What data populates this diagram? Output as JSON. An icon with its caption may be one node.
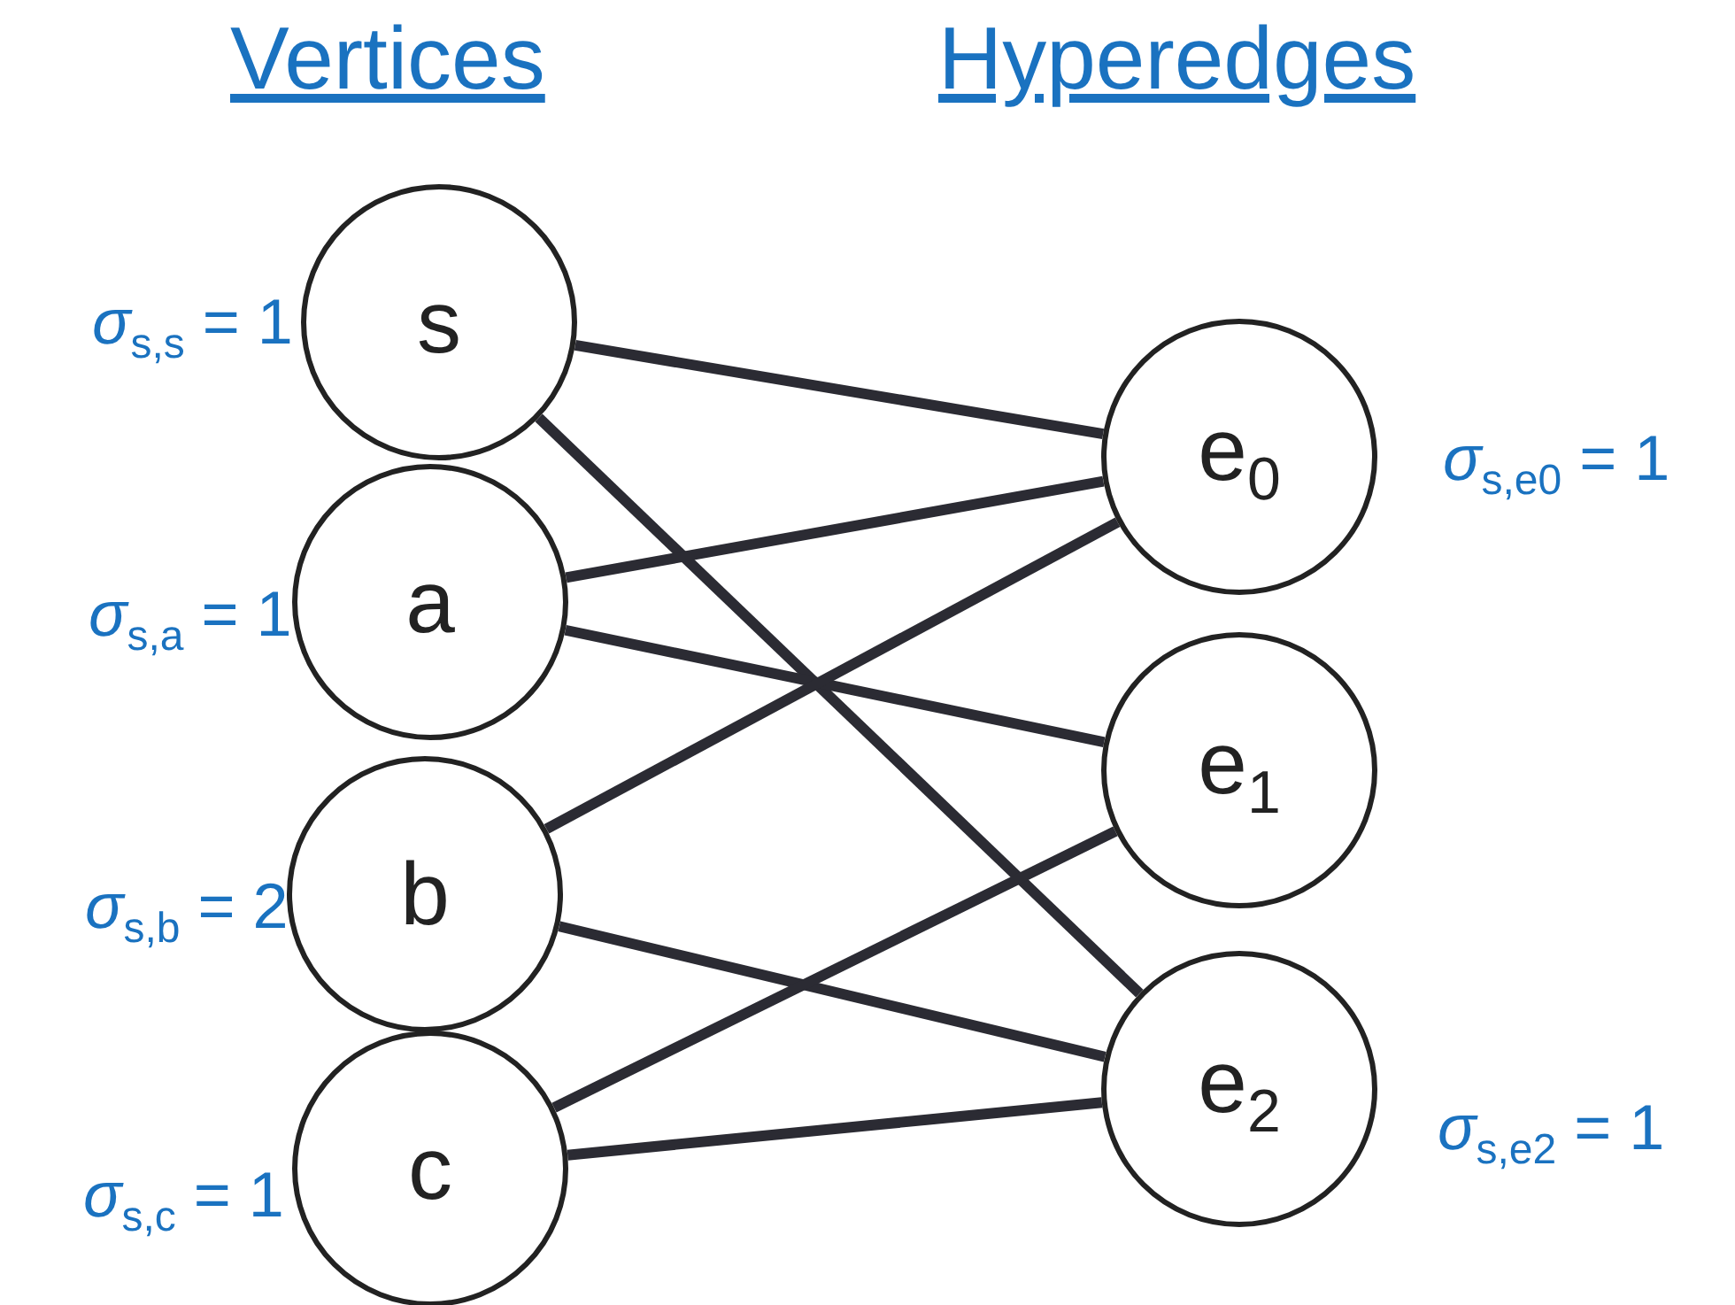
{
  "diagram": {
    "nodes": [
      {
        "text": [
          "s"
        ],
        "beside": [
          "*σ*$_{s,s}$ = 1"
        ]
      },
      {
        "text": [
          "a"
        ],
        "beside": [
          "*σ*$_{s,a}$ = 1"
        ]
      },
      {
        "text": [
          "b"
        ],
        "beside": [
          "*σ*$_{s,b}$ = 2"
        ]
      },
      {
        "text": [
          "c"
        ],
        "beside": [
          "*σ*$_{s,c}$ = 1"
        ]
      },
      {
        "text": [
          "e$_{0}$"
        ],
        "beside": [
          "*σ*$_{s,e0}$ = 1"
        ]
      },
      {
        "text": [
          "e$_{1}$"
        ]
      },
      {
        "text": [
          "e$_{2}$"
        ],
        "beside": [
          "*σ*$_{s,e2}$ = 1"
        ]
      }
    ],
    "edges": [
      {
        "from": 0,
        "to": 4,
        "arrow": "none"
      },
      {
        "from": 0,
        "to": 6,
        "arrow": "none"
      },
      {
        "from": 1,
        "to": 4,
        "arrow": "none"
      },
      {
        "from": 1,
        "to": 5,
        "arrow": "none"
      },
      {
        "from": 2,
        "to": 4,
        "arrow": "none"
      },
      {
        "from": 2,
        "to": 6,
        "arrow": "none"
      },
      {
        "from": 3,
        "to": 5,
        "arrow": "none"
      },
      {
        "from": 3,
        "to": 6,
        "arrow": "none"
      }
    ],
    "labels": [
      "Vertices",
      "Hyperedges"
    ]
  }
}
